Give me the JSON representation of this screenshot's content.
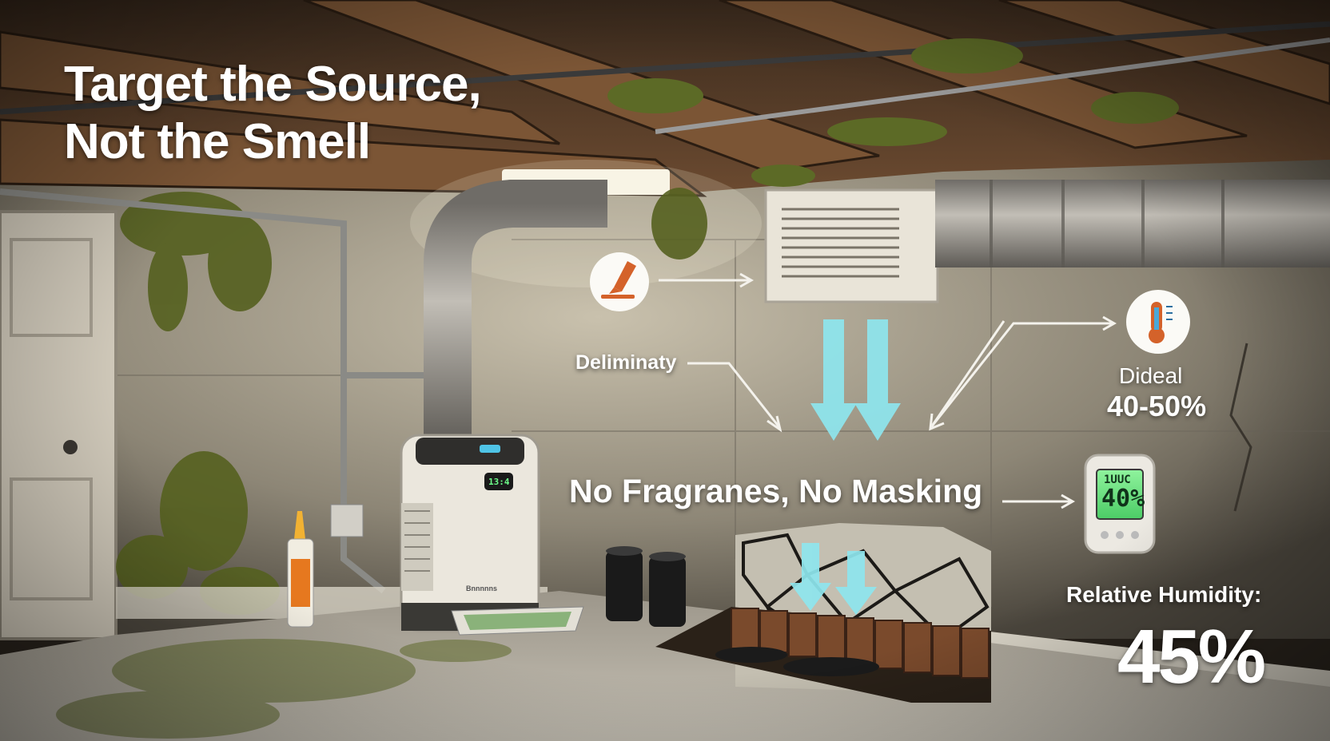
{
  "headline": {
    "line1": "Target the Source,",
    "line2": "Not the Smell"
  },
  "labels": {
    "left": "Deliminaty",
    "center": "No Fragranes, No Masking",
    "ideal_label": "Dideal",
    "ideal_range": "40-50%",
    "rh_label": "Relative Humidity:",
    "rh_value": "45%"
  },
  "devices": {
    "hygrometer": {
      "top": "1UUC",
      "reading": "40%"
    },
    "dehumidifier": {
      "display": "13:4",
      "brand": "Bnnnnns"
    }
  },
  "icons": [
    "caulk-icon",
    "thermometer-icon"
  ],
  "colors": {
    "accent_orange": "#d4622a",
    "airflow_cyan": "#8ee6ee",
    "lcd_green": "#5fe07a",
    "mold_green": "#5c6a26"
  }
}
